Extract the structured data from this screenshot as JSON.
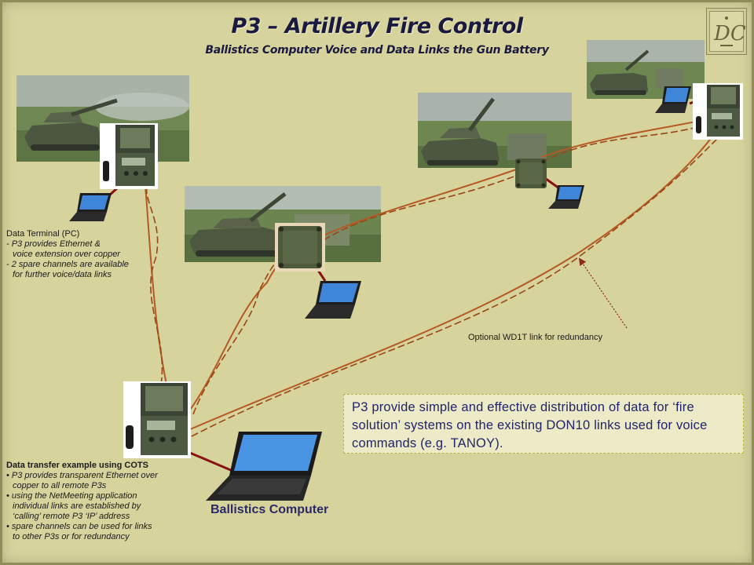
{
  "slide": {
    "title": "P3 – Artillery Fire Control",
    "subtitle": "Ballistics  Computer Voice  and Data Links the Gun Battery",
    "logo_text": "DC"
  },
  "notes": {
    "data_terminal": {
      "heading": "Data Terminal (PC)",
      "lines": [
        "- P3 provides Ethernet &",
        "   voice extension over copper",
        "- 2 spare channels are available",
        "   for further voice/data links"
      ]
    },
    "data_transfer": {
      "heading": "Data transfer  example using COTS",
      "lines": [
        "• P3 provides transparent Ethernet over",
        "   copper to all remote P3s",
        "• using the NetMeeting application",
        "   individual links are established by",
        "   ‘calling’ remote P3 ‘IP’ address",
        "• spare channels can be used for links",
        "   to other P3s or for redundancy"
      ]
    }
  },
  "callout": {
    "text": "P3 provide simple and effective distribution of data for ‘fire solution’ systems on the existing DON10 links used for voice commands (e.g. TANOY)."
  },
  "labels": {
    "ballistics_computer": "Ballistics Computer",
    "optional_link": "Optional WD1T link for redundancy"
  },
  "colors": {
    "background": "#d6d39c",
    "title": "#1a1a40",
    "cable": "#b55a22",
    "callout_text": "#22246a",
    "laptop_screen": "#3f86d8"
  },
  "icons": [
    "field-terminal-icon",
    "laptop-icon",
    "tank-icon",
    "dc-logo"
  ]
}
